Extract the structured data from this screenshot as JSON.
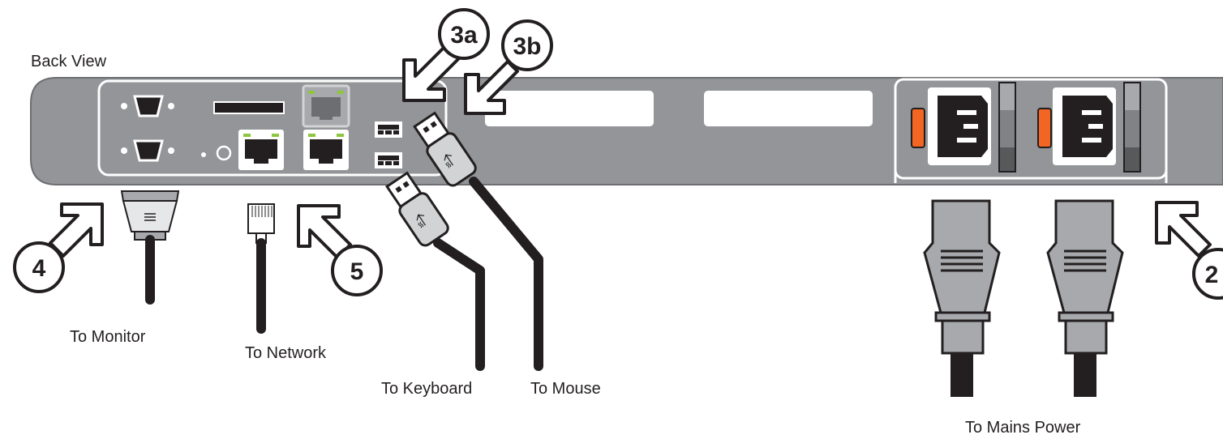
{
  "labels": {
    "back_view": "Back View",
    "to_monitor": "To Monitor",
    "to_network": "To Network",
    "to_keyboard": "To Keyboard",
    "to_mouse": "To Mouse",
    "to_mains_power": "To Mains Power"
  },
  "callouts": {
    "c3a": "3a",
    "c3b": "3b",
    "c4": "4",
    "c5": "5",
    "c2": "2"
  },
  "colors": {
    "chassis": "#939598",
    "chassis_outline": "#ffffff",
    "dark": "#231f20",
    "port_green": "#8dc63f",
    "switch_orange": "#f26522",
    "slot_white": "#ffffff"
  }
}
